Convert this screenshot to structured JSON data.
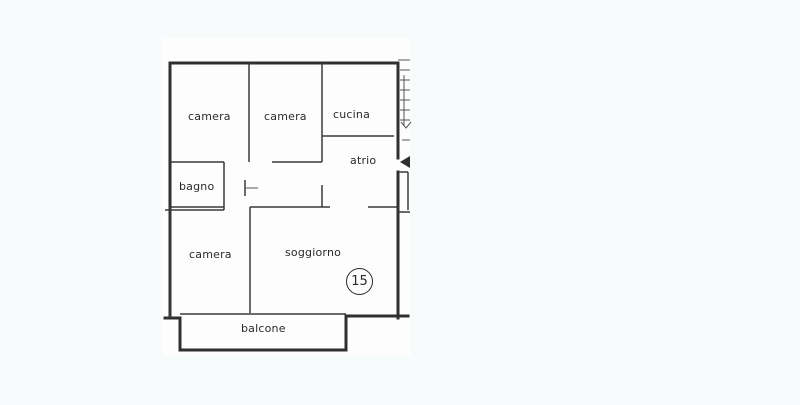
{
  "floor_plan": {
    "rooms": [
      {
        "key": "camera_1",
        "label": "camera"
      },
      {
        "key": "camera_2",
        "label": "camera"
      },
      {
        "key": "cucina",
        "label": "cucina"
      },
      {
        "key": "atrio",
        "label": "atrio"
      },
      {
        "key": "bagno",
        "label": "bagno"
      },
      {
        "key": "camera_3",
        "label": "camera"
      },
      {
        "key": "soggiorno",
        "label": "soggiorno"
      },
      {
        "key": "balcone",
        "label": "balcone"
      }
    ],
    "unit_number": "15",
    "entrance_icon": "triangle-left-icon",
    "stair_icon": "stair-steps-icon"
  }
}
